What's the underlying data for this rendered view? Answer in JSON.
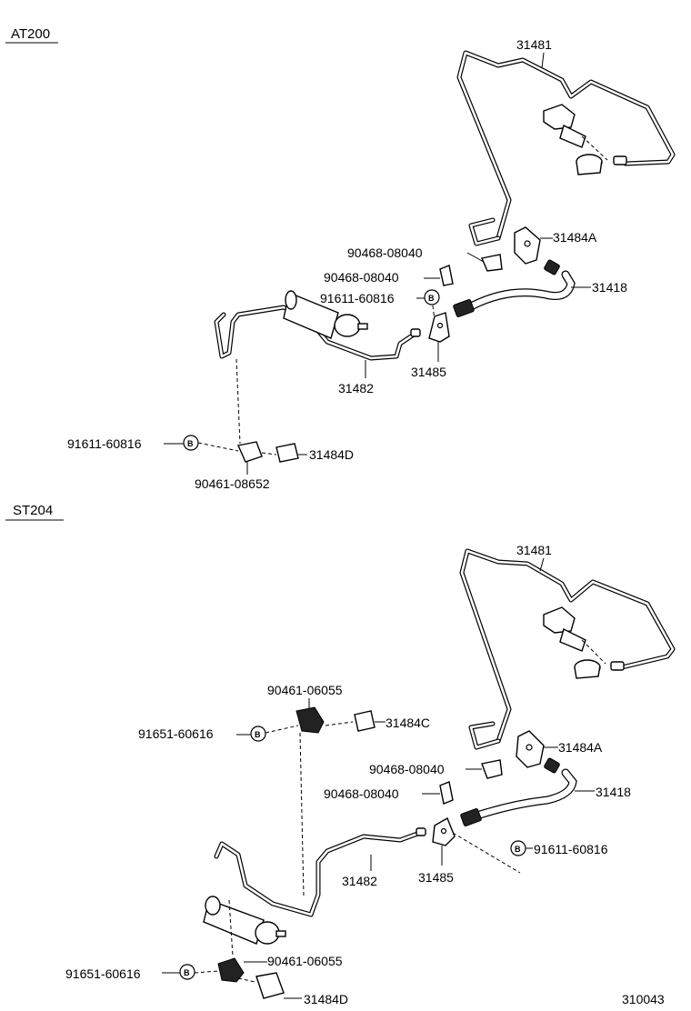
{
  "sections": {
    "top": "AT200",
    "bottom": "ST204"
  },
  "diagram_id": "310043",
  "bolt_marker": "B",
  "top_labels": {
    "tube_upper": "31481",
    "bracket_a": "31484A",
    "clip_1": "90468-08040",
    "clip_2": "90468-08040",
    "bolt_1": "91611-60816",
    "hose": "31418",
    "bracket_485": "31485",
    "tube_lower": "31482",
    "bolt_2": "91611-60816",
    "bracket_d": "31484D",
    "clip_3": "90461-08652"
  },
  "bottom_labels": {
    "tube_upper": "31481",
    "clip_1": "90461-06055",
    "bolt_1": "91651-60616",
    "bracket_c": "31484C",
    "bracket_a": "31484A",
    "clip_2": "90468-08040",
    "hose": "31418",
    "clip_3": "90468-08040",
    "bolt_2": "91611-60816",
    "tube_lower": "31482",
    "bracket_485": "31485",
    "bolt_3": "91651-60616",
    "clip_4": "90461-06055",
    "bracket_d": "31484D"
  }
}
